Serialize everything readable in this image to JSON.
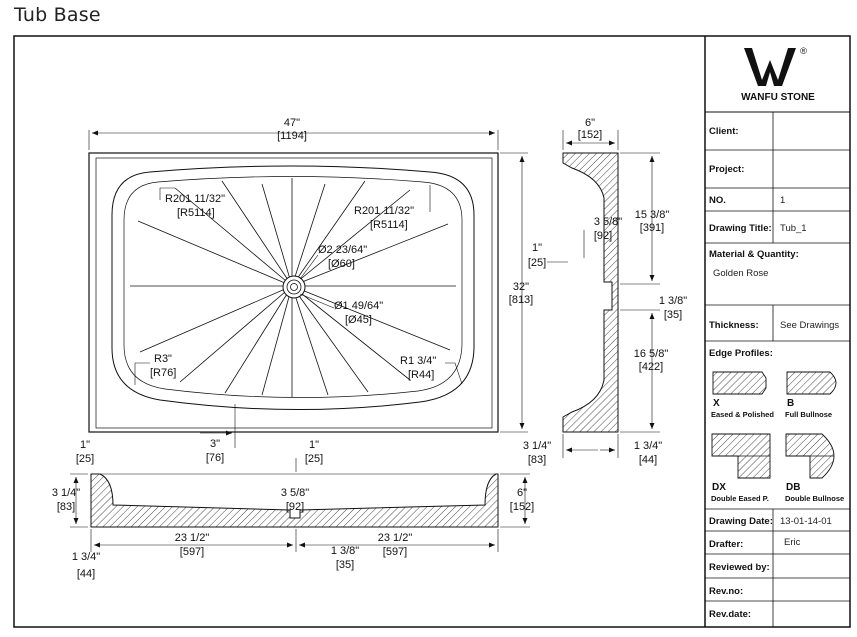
{
  "page_title": "Tub Base",
  "plan_view": {
    "width_dim": "47\"",
    "width_dim_mm": "[1194]",
    "height_dim": "32\"",
    "height_dim_mm": "[813]",
    "radius_left": "R201 11/32\"",
    "radius_left_mm": "[R5114]",
    "radius_right": "R201 11/32\"",
    "radius_right_mm": "[R5114]",
    "drain_outer": "Ø2 23/64\"",
    "drain_outer_mm": "[Ø60]",
    "drain_inner": "Ø1 49/64\"",
    "drain_inner_mm": "[Ø45]",
    "corner_left": "R3\"",
    "corner_left_mm": "[R76]",
    "corner_right": "R1 3/4\"",
    "corner_right_mm": "[R44]",
    "rim_offset": "1\"",
    "rim_offset_mm": "[25]",
    "bottom_offset": "3\"",
    "bottom_offset_mm": "[76]"
  },
  "side_view": {
    "top_width": "6\"",
    "top_width_mm": "[152]",
    "upper_length": "15 3/8\"",
    "upper_length_mm": "[391]",
    "depth": "3 5/8\"",
    "depth_mm": "[92]",
    "drain_width": "1 3/8\"",
    "drain_width_mm": "[35]",
    "lower_length": "16 5/8\"",
    "lower_length_mm": "[422]",
    "base_left": "3 1/4\"",
    "base_left_mm": "[83]",
    "base_right": "1 3/4\"",
    "base_right_mm": "[44]"
  },
  "section_view": {
    "left_top": "1\"",
    "left_top_mm": "[25]",
    "center_top": "1\"",
    "center_top_mm": "[25]",
    "left_height": "3 1/4\"",
    "left_height_mm": "[83]",
    "center_depth": "3 5/8\"",
    "center_depth_mm": "[92]",
    "right_height": "6\"",
    "right_height_mm": "[152]",
    "left_span": "23 1/2\"",
    "left_span_mm": "[597]",
    "right_span": "23 1/2\"",
    "right_span_mm": "[597]",
    "left_bottom": "1 3/4\"",
    "left_bottom_mm": "[44]",
    "drain_gap": "1 3/8\"",
    "drain_gap_mm": "[35]"
  },
  "title_block": {
    "brand": "WANFU STONE",
    "registered_mark": "®",
    "client_label": "Client:",
    "client_value": "",
    "project_label": "Project:",
    "project_value": "",
    "no_label": "NO.",
    "no_value": "1",
    "drawing_title_label": "Drawing Title:",
    "drawing_title_value": "Tub_1",
    "material_label": "Material & Quantity:",
    "material_value": "Golden Rose",
    "thickness_label": "Thickness:",
    "thickness_value": "See Drawings",
    "edge_profiles_label": "Edge Profiles:",
    "edges": [
      {
        "code": "X",
        "name": "Eased & Polished"
      },
      {
        "code": "B",
        "name": "Full Bullnose"
      },
      {
        "code": "DX",
        "name": "Double Eased P."
      },
      {
        "code": "DB",
        "name": "Double Bullnose"
      }
    ],
    "drawing_date_label": "Drawing Date:",
    "drawing_date_value": "13-01-14-01",
    "drafter_label": "Drafter:",
    "drafter_value": "Eric",
    "reviewed_label": "Reviewed by:",
    "reviewed_value": "",
    "rev_no_label": "Rev.no:",
    "rev_no_value": "",
    "rev_date_label": "Rev.date:",
    "rev_date_value": ""
  },
  "colors": {
    "line": "#111111",
    "hatch": "#333333",
    "background": "#ffffff"
  }
}
